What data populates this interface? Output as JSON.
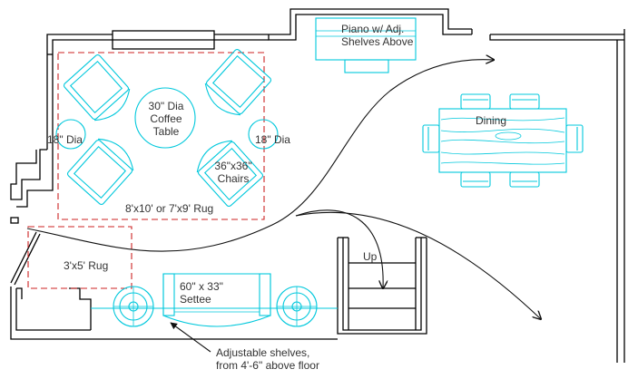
{
  "labels": {
    "piano": [
      "Piano w/ Adj.",
      "Shelves Above"
    ],
    "dining": "Dining",
    "coffee_table": [
      "30\" Dia",
      "Coffee",
      "Table"
    ],
    "side_table_left": "18\" Dia",
    "side_table_right": "18\" Dia",
    "chairs": [
      "36\"x36\"",
      "Chairs"
    ],
    "main_rug": "8'x10' or 7'x9' Rug",
    "small_rug": "3'x5' Rug",
    "settee": [
      "60\" x 33\"",
      "Settee"
    ],
    "stairs": "Up",
    "shelves_note": [
      "Adjustable shelves,",
      "from 4'-6\" above floor"
    ]
  },
  "colors": {
    "walls": "#000000",
    "furniture": "#00c8dc",
    "rugs": "#cc2222",
    "annotation_text": "#333333"
  }
}
